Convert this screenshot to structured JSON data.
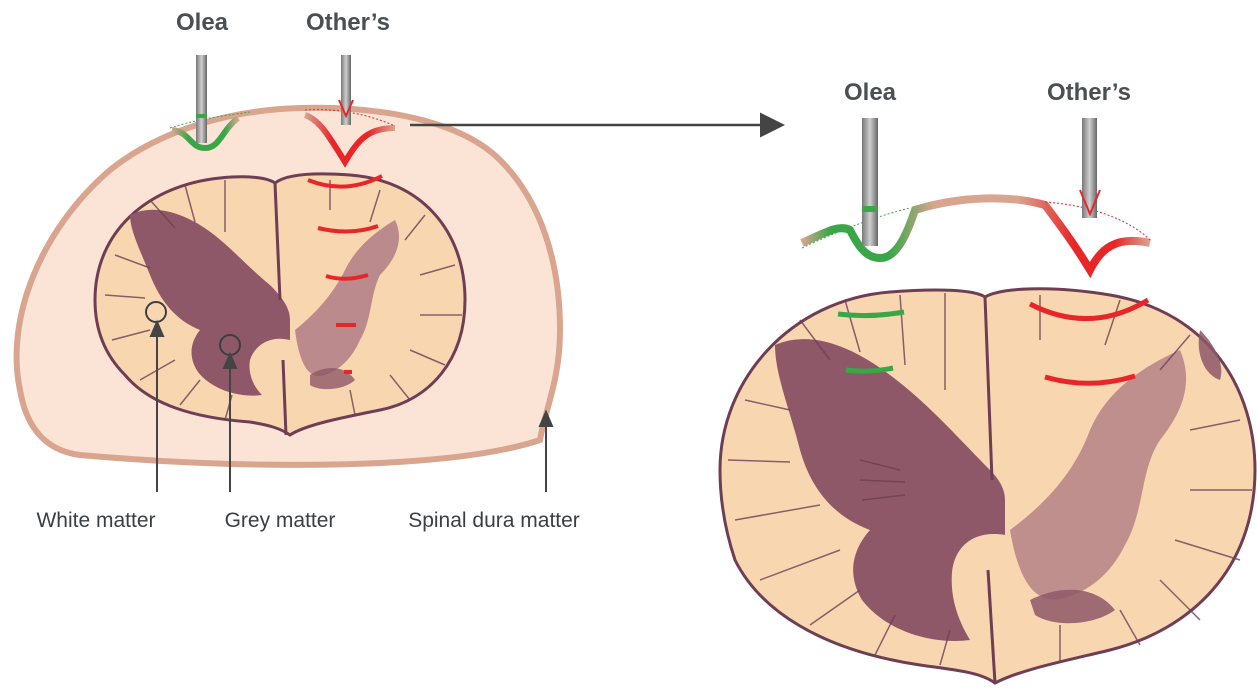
{
  "left_panel": {
    "probe_a_label": "Olea",
    "probe_b_label": "Other’s",
    "white_matter_label": "White matter",
    "grey_matter_label": "Grey matter",
    "dura_label": "Spinal dura matter"
  },
  "right_panel": {
    "probe_a_label": "Olea",
    "probe_b_label": "Other’s"
  },
  "colors": {
    "white_matter": "#f8d7b0",
    "grey_matter": "#8e5868",
    "cord_outline": "#6e3e55",
    "dura_fill": "#fbe4d6",
    "dura_stroke": "#d9a58f",
    "olea_green": "#3aa648",
    "others_red": "#e8262a",
    "arrow": "#444444"
  }
}
